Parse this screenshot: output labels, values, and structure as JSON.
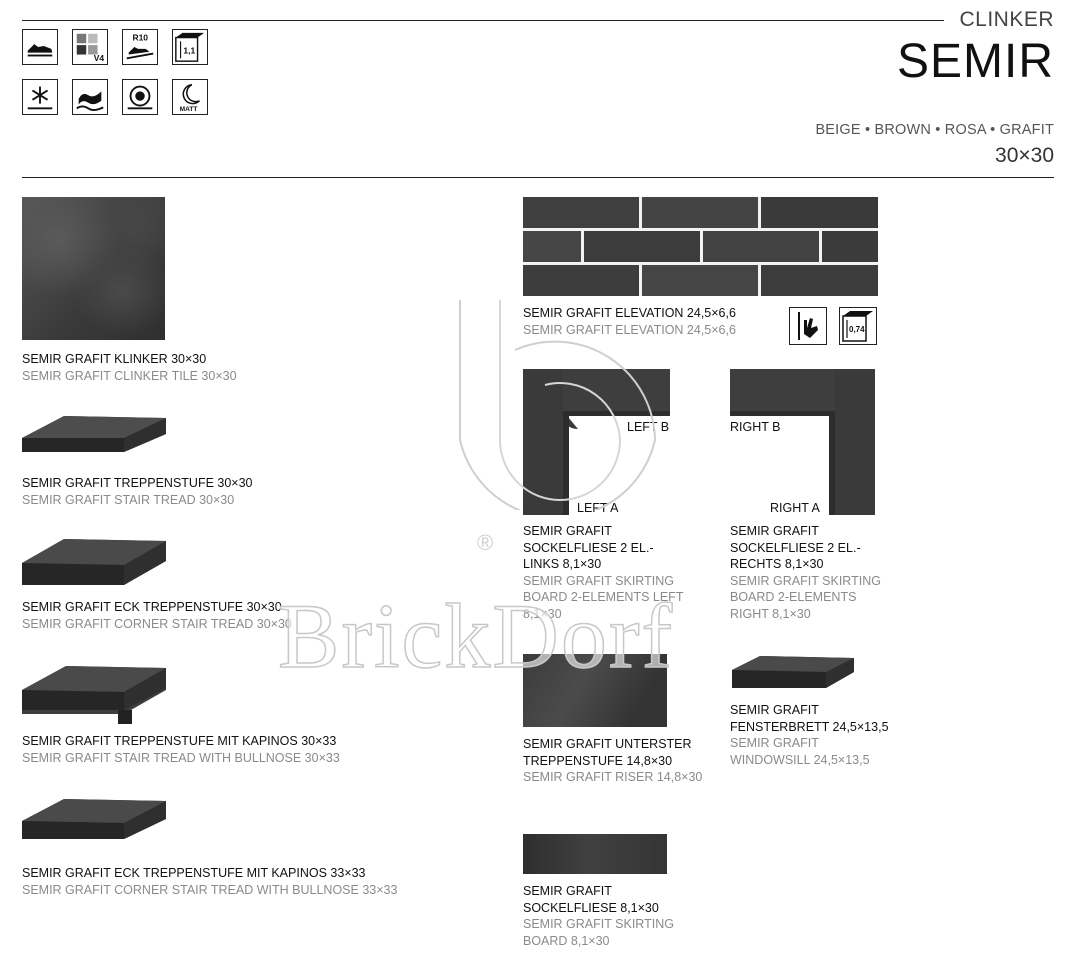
{
  "header": {
    "category": "CLINKER",
    "product": "SEMIR",
    "colors": "BEIGE • BROWN • ROSA • GRAFIT",
    "size": "30×30"
  },
  "icons": {
    "row1": [
      "shoe-icon",
      "v4-shade-icon",
      "r10-slip-icon",
      "thickness-1-1-icon"
    ],
    "row2": [
      "frost-icon",
      "water-absorption-icon",
      "wear-resistance-icon",
      "matt-finish-icon"
    ],
    "r10_text": "R10",
    "v4_text": "V4",
    "thickness_text": "1,1",
    "matt_text": "MATT",
    "elevation_thickness_text": "0,74"
  },
  "left_column": [
    {
      "de": "SEMIR GRAFIT KLINKER 30×30",
      "en": "SEMIR GRAFIT CLINKER TILE 30×30"
    },
    {
      "de": "SEMIR GRAFIT TREPPENSTUFE 30×30",
      "en": "SEMIR GRAFIT STAIR TREAD 30×30"
    },
    {
      "de": "SEMIR GRAFIT ECK TREPPENSTUFE 30×30",
      "en": "SEMIR GRAFIT CORNER STAIR TREAD 30×30"
    },
    {
      "de": "SEMIR GRAFIT TREPPENSTUFE MIT KAPINOS 30×33",
      "en": "SEMIR GRAFIT STAIR TREAD WITH BULLNOSE 30×33"
    },
    {
      "de": "SEMIR GRAFIT ECK TREPPENSTUFE MIT KAPINOS 33×33",
      "en": "SEMIR GRAFIT CORNER STAIR TREAD WITH BULLNOSE 33×33"
    }
  ],
  "elevation": {
    "de": "SEMIR GRAFIT ELEVATION 24,5×6,6",
    "en": "SEMIR GRAFIT ELEVATION 24,5×6,6"
  },
  "skirting_left": {
    "label_b": "LEFT B",
    "label_a": "LEFT A",
    "de": "SEMIR GRAFIT SOCKELFLIESE 2 EL.- LINKS 8,1×30",
    "en": "SEMIR GRAFIT SKIRTING BOARD 2-ELEMENTS LEFT 8,1×30"
  },
  "skirting_right": {
    "label_b": "RIGHT B",
    "label_a": "RIGHT A",
    "de": "SEMIR GRAFIT SOCKELFLIESE 2 EL.- RECHTS 8,1×30",
    "en": "SEMIR GRAFIT SKIRTING BOARD 2-ELEMENTS RIGHT 8,1×30"
  },
  "riser": {
    "de": "SEMIR GRAFIT UNTERSTER TREPPENSTUFE 14,8×30",
    "en": "SEMIR GRAFIT RISER 14,8×30"
  },
  "windowsill": {
    "de": "SEMIR GRAFIT FENSTERBRETT 24,5×13,5",
    "en": "SEMIR GRAFIT WINDOWSILL 24,5×13,5"
  },
  "skirting": {
    "de": "SEMIR GRAFIT SOCKELFLIESE 8,1×30",
    "en": "SEMIR GRAFIT SKIRTING BOARD 8,1×30"
  },
  "watermark": {
    "text": "BrickDorf",
    "reg": "®"
  }
}
